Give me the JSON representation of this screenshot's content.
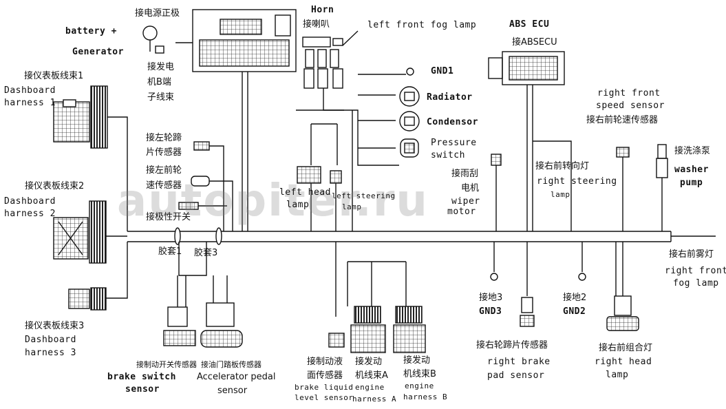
{
  "watermark": "autopiter.ru",
  "labels": {
    "battery_cn": "接电源正极",
    "battery_en": "battery +",
    "generator_en": "Generator",
    "gen_b_cn_1": "接发电",
    "gen_b_cn_2": "机B端",
    "gen_b_cn_3": "子线束",
    "horn_en": "Horn",
    "horn_cn": "接喇叭",
    "left_fog_en": "left front fog lamp",
    "abs_en": "ABS ECU",
    "abs_cn": "接ABSECU",
    "gnd1": "GND1",
    "radiator": "Radiator",
    "condensor": "Condensor",
    "pressure_1": "Pressure",
    "pressure_2": "switch",
    "dash1_cn": "接仪表板线束1",
    "dash1_en_1": "Dashboard",
    "dash1_en_2": "harness 1",
    "left_pad_cn_1": "接左轮蹄",
    "left_pad_cn_2": "片传感器",
    "left_speed_cn_1": "接左前轮",
    "left_speed_cn_2": "速传感器",
    "polarity_cn": "接极性开关",
    "dash2_cn": "接仪表板线束2",
    "dash2_en_1": "Dashboard",
    "dash2_en_2": "harness 2",
    "left_head_1": "left head",
    "left_head_2": "lamp",
    "left_steer_1": "left steering",
    "left_steer_2": "lamp",
    "wiper_cn_1": "接雨刮",
    "wiper_cn_2": "电机",
    "wiper_en_1": "wiper",
    "wiper_en_2": "motor",
    "right_steer_cn": "接右前转向灯",
    "right_steer_en_1": "right steering",
    "right_steer_en_2": "lamp",
    "right_speed_en_1": "right front",
    "right_speed_en_2": "speed sensor",
    "right_speed_cn": "接右前轮速传感器",
    "washer_cn": "接洗涤泵",
    "washer_en_1": "washer",
    "washer_en_2": "pump",
    "sleeve1": "胶套1",
    "sleeve3": "胶套3",
    "right_fog_cn": "接右前雾灯",
    "right_fog_en_1": "right front",
    "right_fog_en_2": "fog lamp",
    "dash3_cn": "接仪表板线束3",
    "dash3_en_1": "Dashboard",
    "dash3_en_2": "harness 3",
    "gnd3_cn": "接地3",
    "gnd3_en": "GND3",
    "gnd2_cn": "接地2",
    "gnd2_en": "GND2",
    "brake_sw_cn": "接制动开关传感器",
    "brake_sw_en_1": "brake switch",
    "brake_sw_en_2": "sensor",
    "accel_cn": "接油门踏板传感器",
    "accel_en_1": "Accelerator pedal",
    "accel_en_2": "sensor",
    "brake_liq_cn_1": "接制动液",
    "brake_liq_cn_2": "面传感器",
    "brake_liq_en_1": "brake liquid",
    "brake_liq_en_2": "level sensor",
    "engA_cn_1": "接发动",
    "engA_cn_2": "机线束A",
    "engA_en_1": "engine",
    "engA_en_2": "harness A",
    "engB_cn_1": "接发动",
    "engB_cn_2": "机线束B",
    "engB_en_1": "engine",
    "engB_en_2": "harness B",
    "right_pad_cn": "接右轮蹄片传感器",
    "right_pad_en_1": "right brake",
    "right_pad_en_2": "pad sensor",
    "right_head_cn": "接右前组合灯",
    "right_head_en_1": "right head",
    "right_head_en_2": "lamp"
  }
}
